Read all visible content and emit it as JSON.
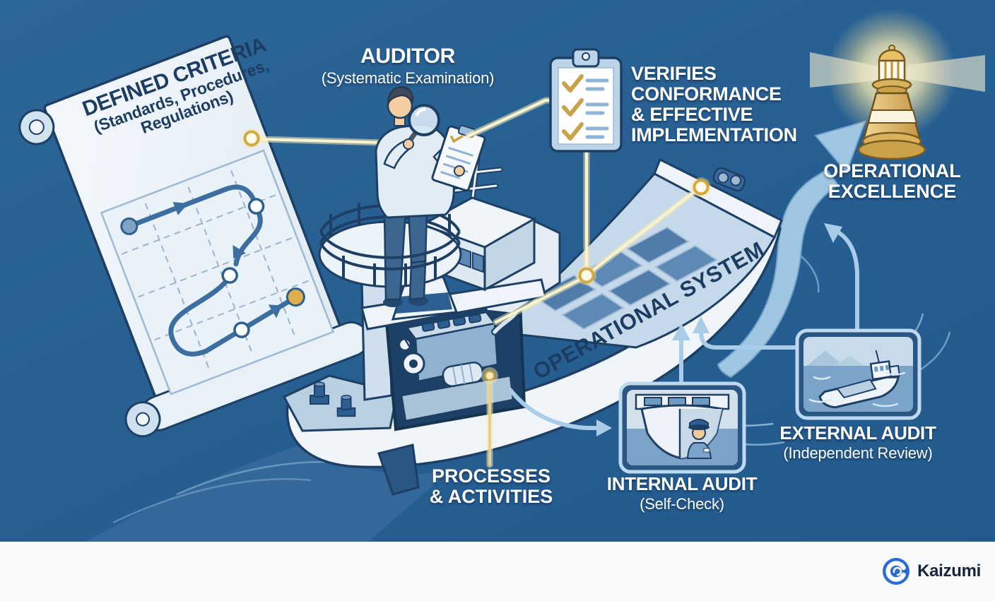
{
  "image_type": "audit-ship-infographic",
  "colors": {
    "background": "#265e92",
    "outline_navy": "#1d3f63",
    "hull_white": "#f0f5fa",
    "accent_gold": "#d9a940",
    "connector_yellow": "#f7efc4",
    "arrow_light_blue": "#a9cde8",
    "label_white": "#ffffff",
    "footer_bg": "#f7f9fb",
    "brand_blue": "#2b6bd3",
    "brand_text": "#18243f"
  },
  "scroll": {
    "title": "DEFINED CRITERIA",
    "subtitle_line1": "(Standards, Procedures,",
    "subtitle_line2": "Regulations)"
  },
  "auditor": {
    "title": "AUDITOR",
    "subtitle": "(Systematic Examination)"
  },
  "verifies": {
    "lines": [
      "VERIFIES",
      "CONFORMANCE",
      "& EFFECTIVE",
      "IMPLEMENTATION"
    ]
  },
  "excellence": {
    "lines": [
      "OPERATIONAL",
      "EXCELLENCE"
    ]
  },
  "ship": {
    "hull_label": "OPERATIONAL SYSTEM"
  },
  "processes": {
    "lines": [
      "PROCESSES",
      "& ACTIVITIES"
    ]
  },
  "internal_audit": {
    "title": "INTERNAL AUDIT",
    "subtitle": "(Self-Check)"
  },
  "external_audit": {
    "title": "EXTERNAL AUDIT",
    "subtitle": "(Independent Review)"
  },
  "footer": {
    "brand": "Kaizumi"
  }
}
